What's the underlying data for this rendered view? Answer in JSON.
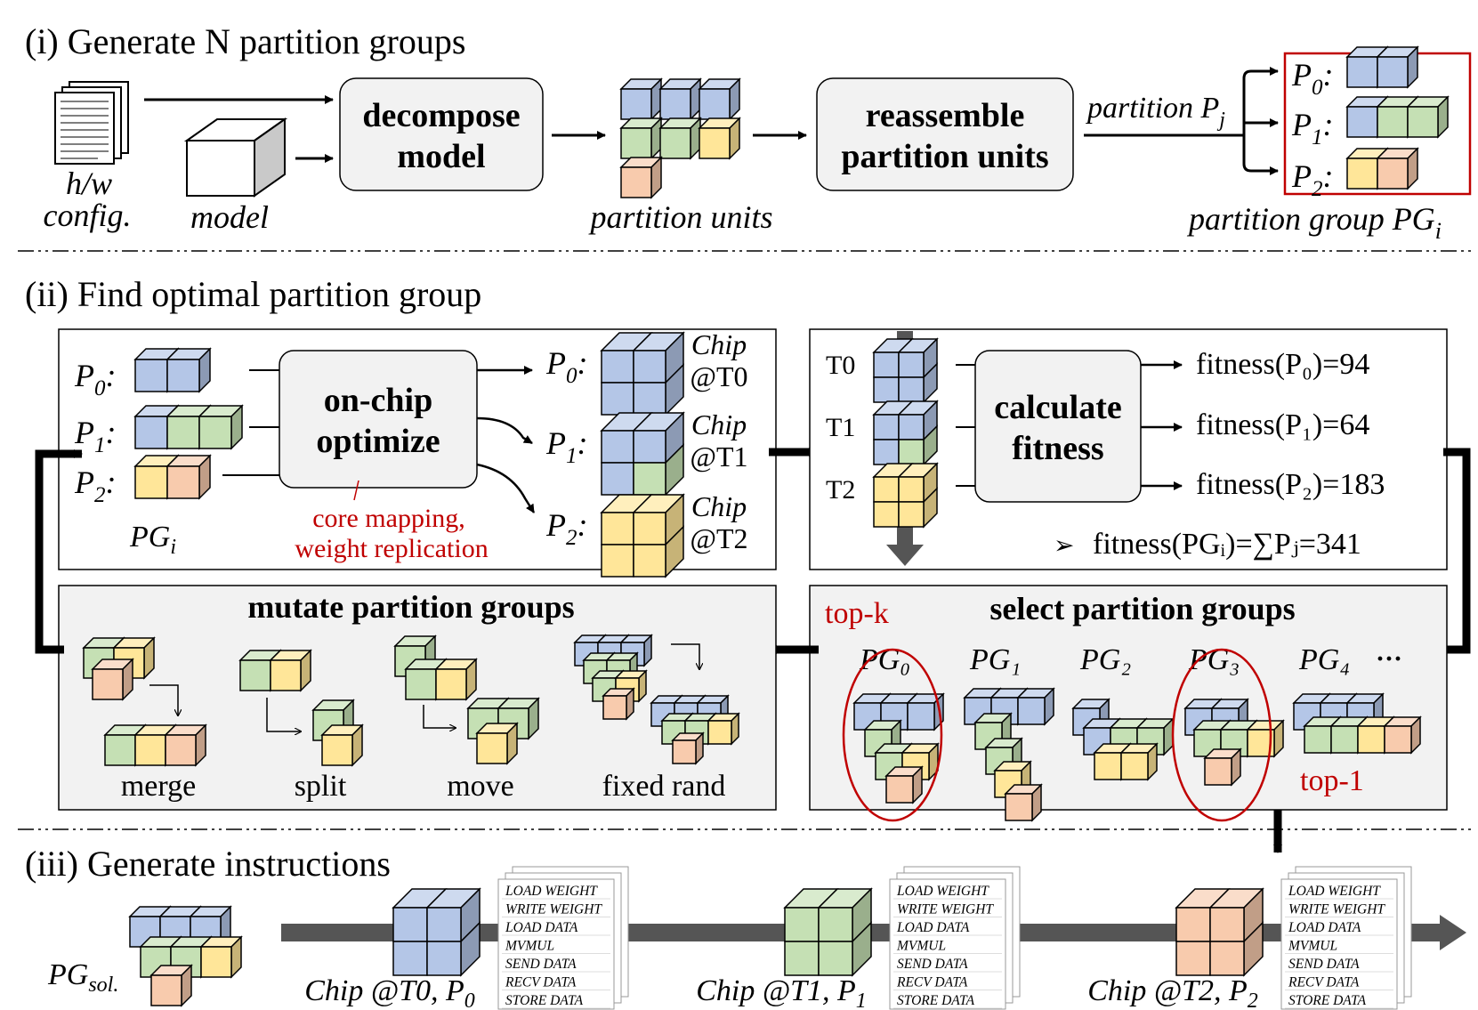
{
  "sections": {
    "s1_title": "(i) Generate N partition groups",
    "s2_title": "(ii) Find optimal partition group",
    "s3_title": "(iii) Generate instructions"
  },
  "s1": {
    "hw_label_1": "h/w",
    "hw_label_2": "config.",
    "model_label": "model",
    "decompose_1": "decompose",
    "decompose_2": "model",
    "units_label": "partition units",
    "reassemble_1": "reassemble",
    "reassemble_2": "partition units",
    "partition_label": "partition P",
    "partition_sub": "j",
    "group_label": "partition group PG",
    "group_sub": "i",
    "rows": [
      {
        "label": "P",
        "sub": "0"
      },
      {
        "label": "P",
        "sub": "1"
      },
      {
        "label": "P",
        "sub": "2"
      }
    ]
  },
  "s2": {
    "onchip_1": "on-chip",
    "onchip_2": "optimize",
    "note_1": "core mapping,",
    "note_2": "weight replication",
    "pg_label": "PG",
    "pg_sub": "i",
    "chips": [
      {
        "label": "Chip",
        "time": "@T0"
      },
      {
        "label": "Chip",
        "time": "@T1"
      },
      {
        "label": "Chip",
        "time": "@T2"
      }
    ],
    "times": [
      "T0",
      "T1",
      "T2"
    ],
    "calc_1": "calculate",
    "calc_2": "fitness",
    "fitness": [
      "fitness(P₀)=94",
      "fitness(P₁)=64",
      "fitness(P₂)=183"
    ],
    "fitness_sum": "fitness(PGᵢ)=∑Pⱼ=341",
    "mutate_title": "mutate partition groups",
    "mutations": [
      "merge",
      "split",
      "move",
      "fixed rand"
    ],
    "select_title": "select partition groups",
    "topk": "top-k",
    "top1": "top-1",
    "groups": [
      "PG₀",
      "PG₁",
      "PG₂",
      "PG₃",
      "PG₄"
    ],
    "ellipsis": "···"
  },
  "s3": {
    "pgsol_label": "PG",
    "pgsol_sub": "sol.",
    "chips": [
      {
        "label": "Chip @T0, P",
        "sub": "0"
      },
      {
        "label": "Chip @T1, P",
        "sub": "1"
      },
      {
        "label": "Chip @T2, P",
        "sub": "2"
      }
    ],
    "instructions": [
      "LOAD WEIGHT",
      "WRITE WEIGHT",
      "LOAD DATA",
      "MVMUL",
      "SEND DATA",
      "RECV DATA",
      "STORE DATA"
    ]
  },
  "colors": {
    "blue": "#b4c6e7",
    "green": "#c5e0b4",
    "yellow": "#ffe699",
    "orange": "#f8cbad",
    "panel": "#f2f2f2",
    "accent": "#c00000"
  }
}
